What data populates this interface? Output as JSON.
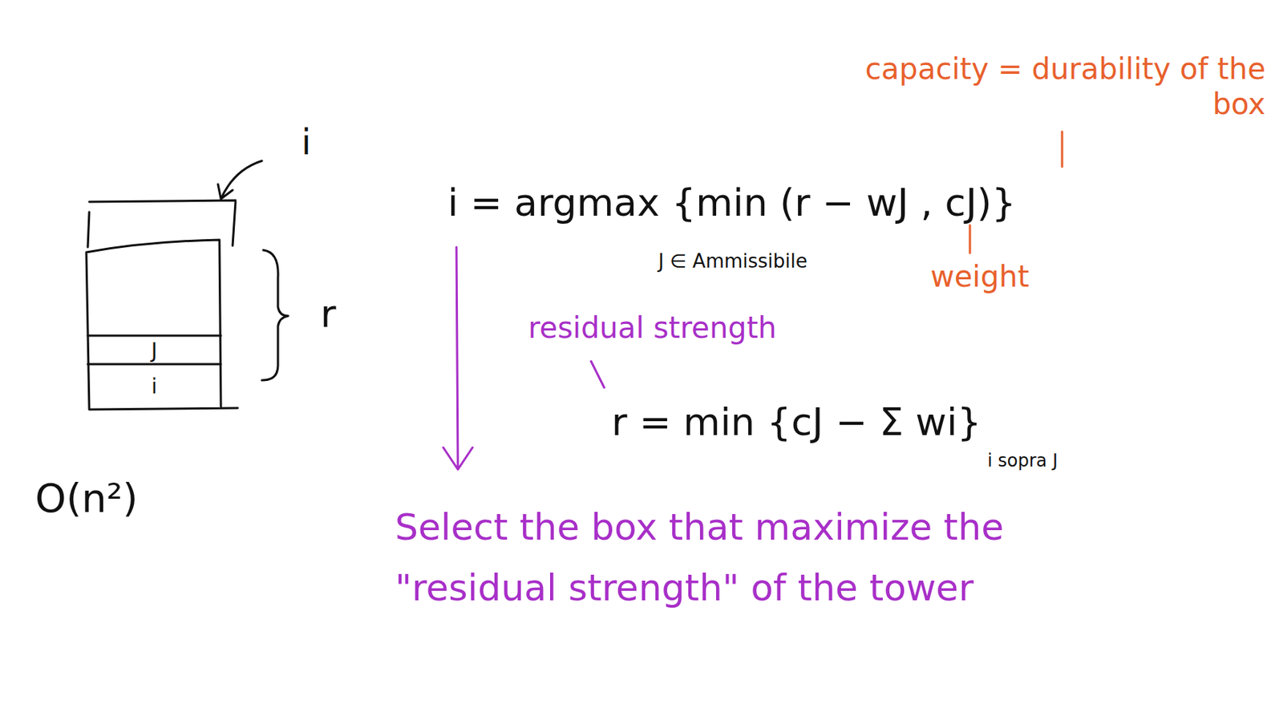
{
  "diagram": {
    "nodes": [
      {
        "text": [
          "J"
        ]
      },
      {
        "text": [
          "i"
        ]
      }
    ],
    "labels": [
      "i",
      "r",
      "O(n²)",
      "i = argmax {min (r − wJ , cJ)}",
      "J ∈ Ammissibile",
      "capacity = durability of the box",
      "weight",
      "residual strength",
      "r = min {cJ − Σ wi}",
      "i sopra J",
      "Select the box that maximize the \"residual strength\" of the tower"
    ]
  }
}
